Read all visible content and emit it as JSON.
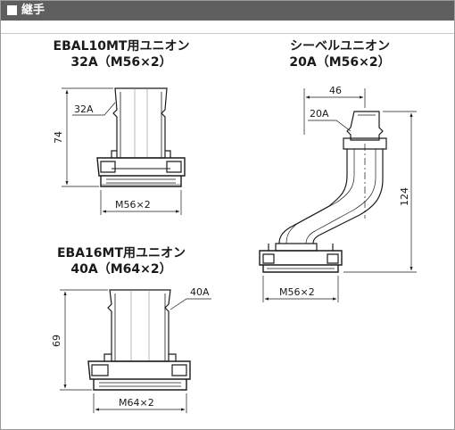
{
  "header": {
    "title": "継手"
  },
  "parts": [
    {
      "name_line1": "EBAL10MT用ユニオン",
      "name_line2": "32A（M56×2）",
      "size_label": "32A",
      "height_label": "74",
      "thread_label": "M56×2"
    },
    {
      "name_line1": "シーベルユニオン",
      "name_line2": "20A（M56×2）",
      "size_label": "20A",
      "width_label": "46",
      "height_label": "124",
      "thread_label": "M56×2"
    },
    {
      "name_line1": "EBA16MT用ユニオン",
      "name_line2": "40A（M64×2）",
      "size_label": "40A",
      "height_label": "69",
      "thread_label": "M64×2"
    }
  ]
}
